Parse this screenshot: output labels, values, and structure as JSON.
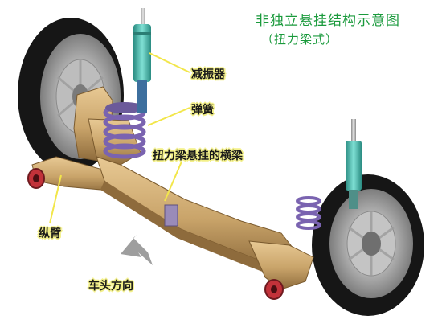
{
  "title": {
    "line1": "非独立悬挂结构示意图",
    "line2": "（扭力梁式）"
  },
  "labels": {
    "shock_absorber": "减振器",
    "spring": "弹簧",
    "torsion_beam": "扭力梁悬挂的横梁",
    "trailing_arm": "纵臂",
    "forward_direction": "车头方向"
  },
  "colors": {
    "title": "#1a9a3c",
    "label_highlight": "#f3f08a",
    "leader_line": "#f2e64a",
    "beam": "#c9a46a",
    "shock_absorber": "#3fb0a4",
    "spring": "#7a63b0",
    "tire": "#161616"
  },
  "icons": {
    "direction_arrow": "arrow-down-left-icon"
  }
}
